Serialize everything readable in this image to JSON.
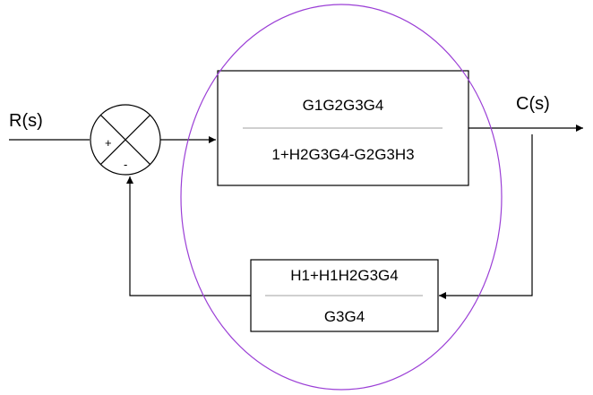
{
  "input_label": "R(s)",
  "output_label": "C(s)",
  "summing_junction": {
    "plus_sign": "+",
    "minus_sign": "-"
  },
  "forward_block": {
    "numerator": "G1G2G3G4",
    "denominator": "1+H2G3G4-G2G3H3"
  },
  "feedback_block": {
    "numerator": "H1+H1H2G3G4",
    "denominator": "G3G4"
  },
  "colors": {
    "line": "#000000",
    "fraction_bar": "#a0a0a0",
    "highlight_ellipse": "#9b3fd6"
  }
}
